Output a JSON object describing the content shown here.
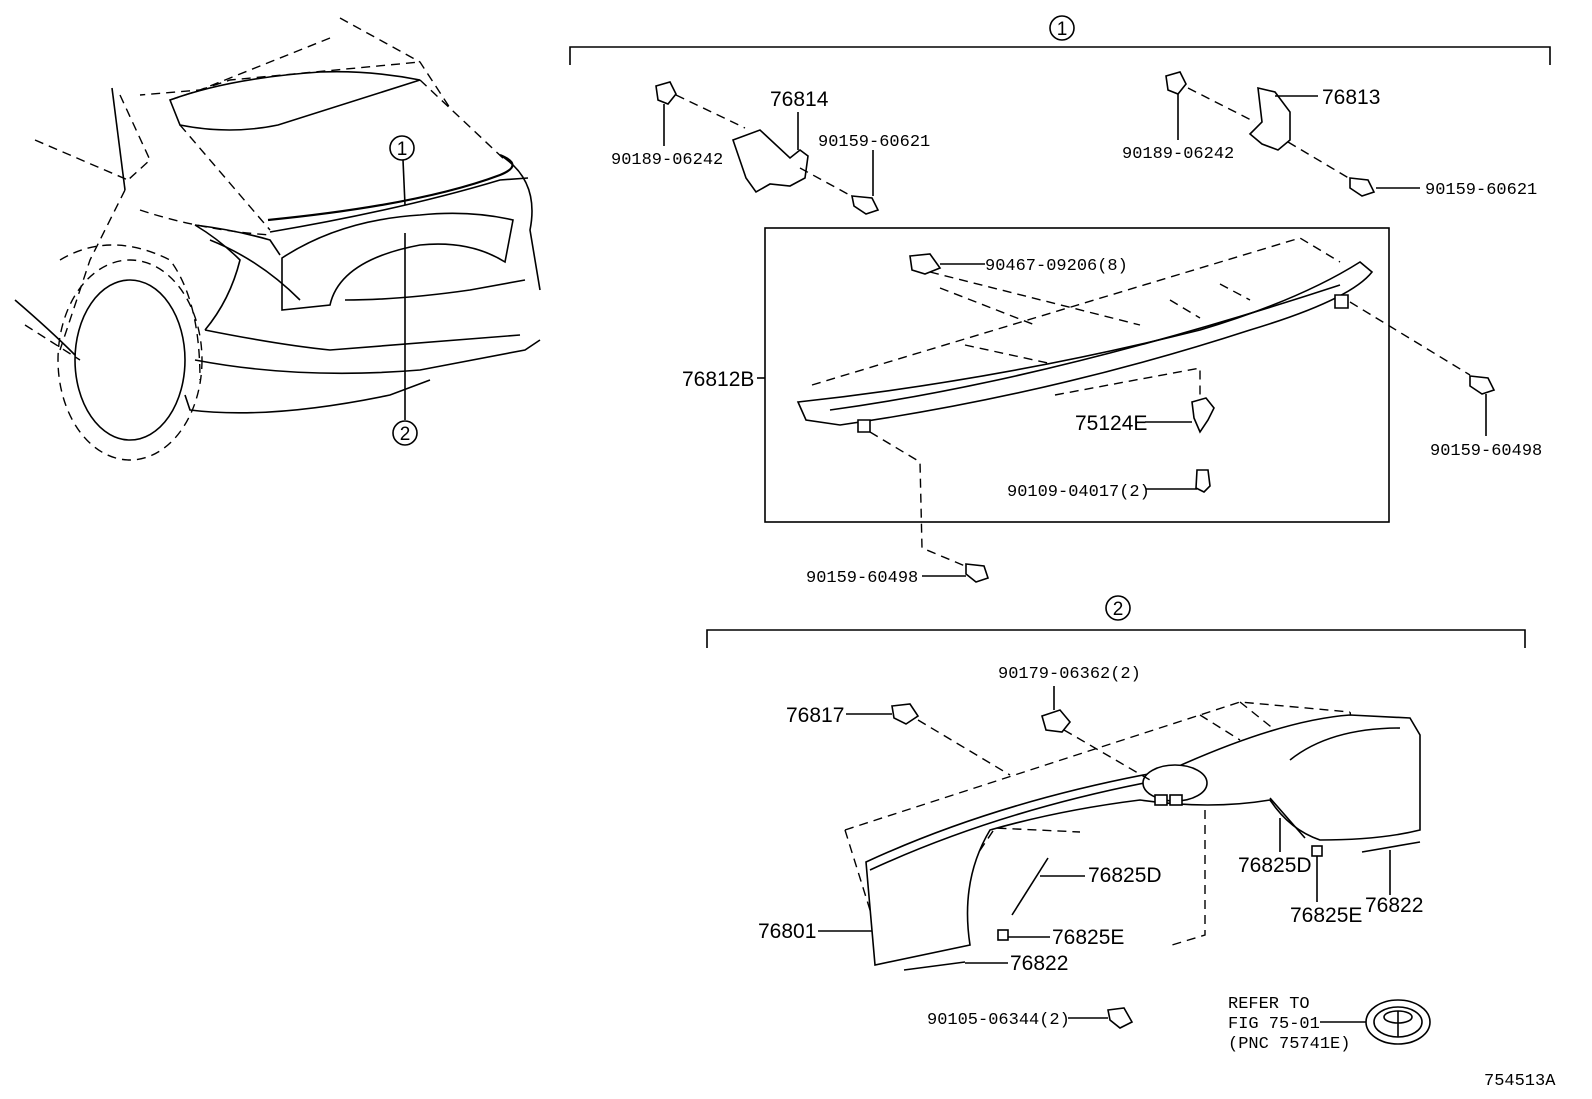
{
  "callouts": {
    "c1": "1",
    "c2": "2"
  },
  "labels": {
    "p76814": "76814",
    "p76813": "76813",
    "p90189_a": "90189-06242",
    "p90189_b": "90189-06242",
    "p90159_60621_a": "90159-60621",
    "p90159_60621_b": "90159-60621",
    "p90467": "90467-09206(8)",
    "p76812B": "76812B",
    "p75124E": "75124E",
    "p90159_60498_a": "90159-60498",
    "p90159_60498_b": "90159-60498",
    "p90109": "90109-04017(2)",
    "p90179": "90179-06362(2)",
    "p76817": "76817",
    "p76825D_a": "76825D",
    "p76825D_b": "76825D",
    "p76801": "76801",
    "p76825E_a": "76825E",
    "p76825E_b": "76825E",
    "p76822_a": "76822",
    "p76822_b": "76822",
    "p90105": "90105-06344(2)",
    "refer_line1": "REFER TO",
    "refer_line2": "FIG 75-01",
    "refer_line3": "(PNC 75741E)"
  },
  "figure_id": "754513A"
}
